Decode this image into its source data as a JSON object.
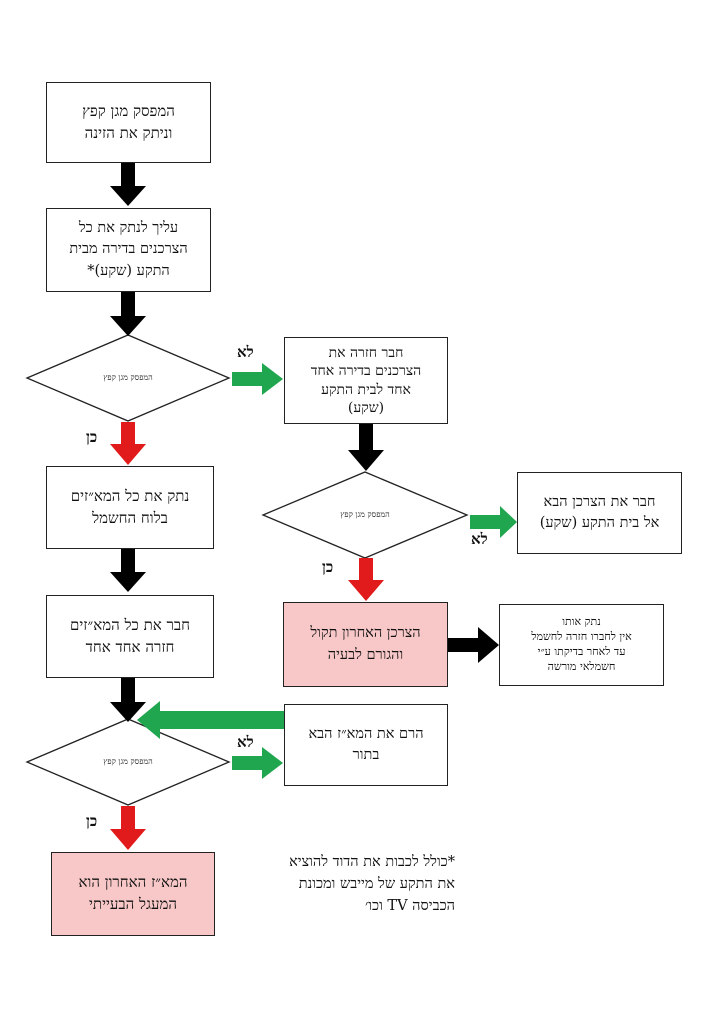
{
  "colors": {
    "black_arrow": "#000000",
    "red_arrow": "#e11b1b",
    "green_arrow": "#1fa64f",
    "pink_box": "#f8c8c8"
  },
  "boxes": {
    "start": "המפסק מגן קפץ\nוניתק את הזינה",
    "disconnect_all": "עליך לנתק את כל\nהצרכנים בדירה מבית\nהתקע (שקע)*",
    "reconnect_one_by_one": "חבר חזרה את\nהצרכנים בדירה אחד\nאחד לבית התקע\n(שקע)",
    "connect_next": "חבר את הצרכן הבא\nאל בית התקע (שקע)",
    "last_faulty": "הצרכן האחרון תקול\nוהגורם לבעיה",
    "disconnect_it": "נתק אותו\nאין לחברו חזרה לחשמל\nעד לאחר בדיקתו ע״י\nחשמלאי מורשה",
    "disconnect_breakers": "נתק את כל המא״זים\nבלוח החשמל",
    "reconnect_breakers": "חבר את כל המא״זים\nחזרה אחד אחד",
    "raise_next_breaker": "הרם את המא״ז הבא\nבתור",
    "last_breaker": "המא״ז האחרון הוא\nהמעגל הבעייתי"
  },
  "decisions": {
    "d1": "המפסק מגן קפץ",
    "d2": "המפסק מגן קפץ",
    "d3": "המפסק מגן קפץ"
  },
  "labels": {
    "no": "לא",
    "yes": "כן"
  },
  "footnote": "*כולל לכבות את הדוד להוציא\nאת התקע של מייבש ומכונת\nהכביסה TV וכו׳"
}
